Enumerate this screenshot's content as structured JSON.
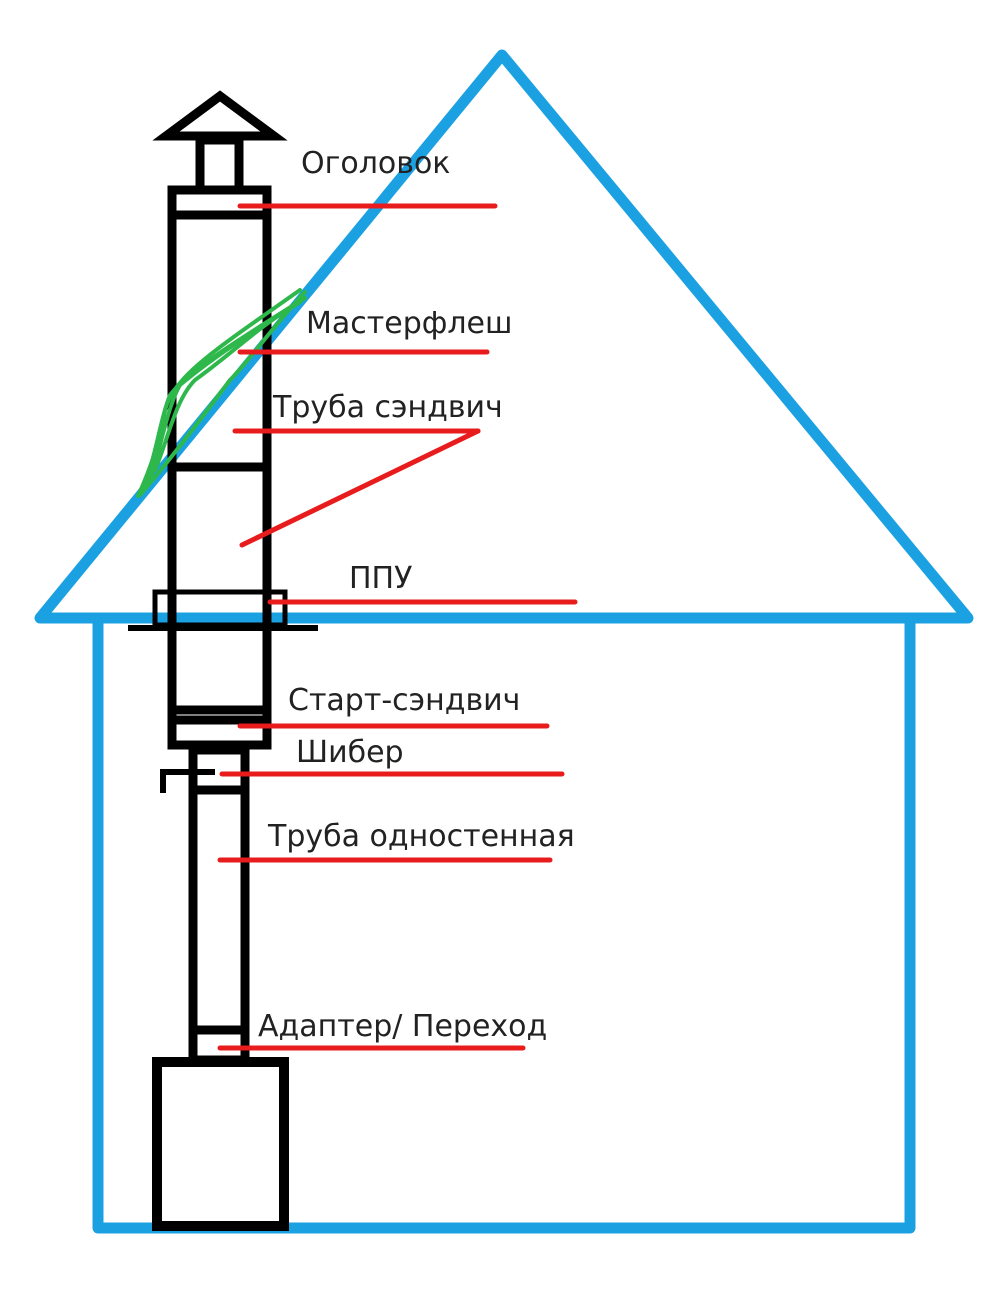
{
  "colors": {
    "house": "#1ba1e2",
    "chimney": "#000000",
    "leader": "#e81c1c",
    "flashing": "#2eb84b"
  },
  "labels": {
    "ogolovok": "Оголовок",
    "masterflesh": "Мастерфлеш",
    "truba_sendvich": "Труба сэндвич",
    "ppu": "ППУ",
    "start_sendvich": "Старт-сэндвич",
    "shiber": "Шибер",
    "truba_odnostennaya": "Труба одностенная",
    "adapter": "Адаптер/ Переход"
  }
}
